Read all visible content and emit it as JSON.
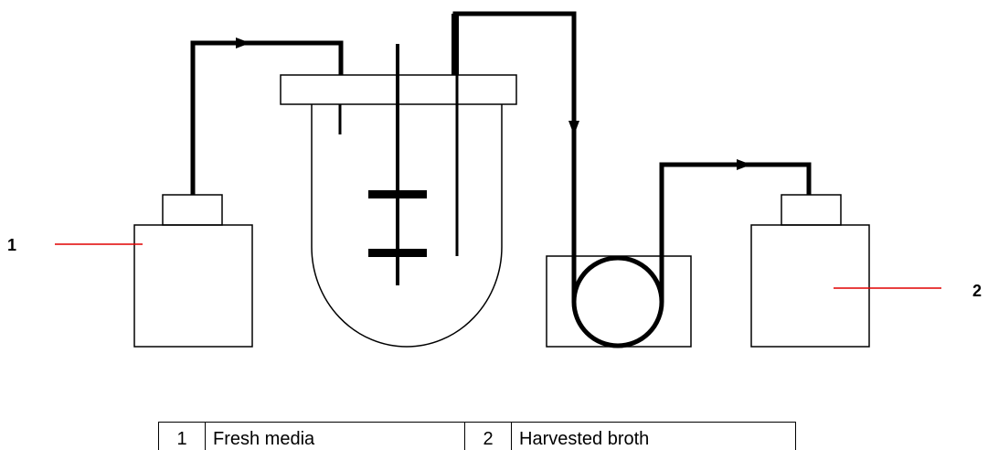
{
  "callouts": {
    "feed": "1",
    "harvest": "2"
  },
  "legend": [
    {
      "num": "1",
      "text": "Fresh media"
    },
    {
      "num": "2",
      "text": "Harvested broth"
    }
  ],
  "colors": {
    "stroke": "#000000",
    "callout_line": "#e00000"
  }
}
